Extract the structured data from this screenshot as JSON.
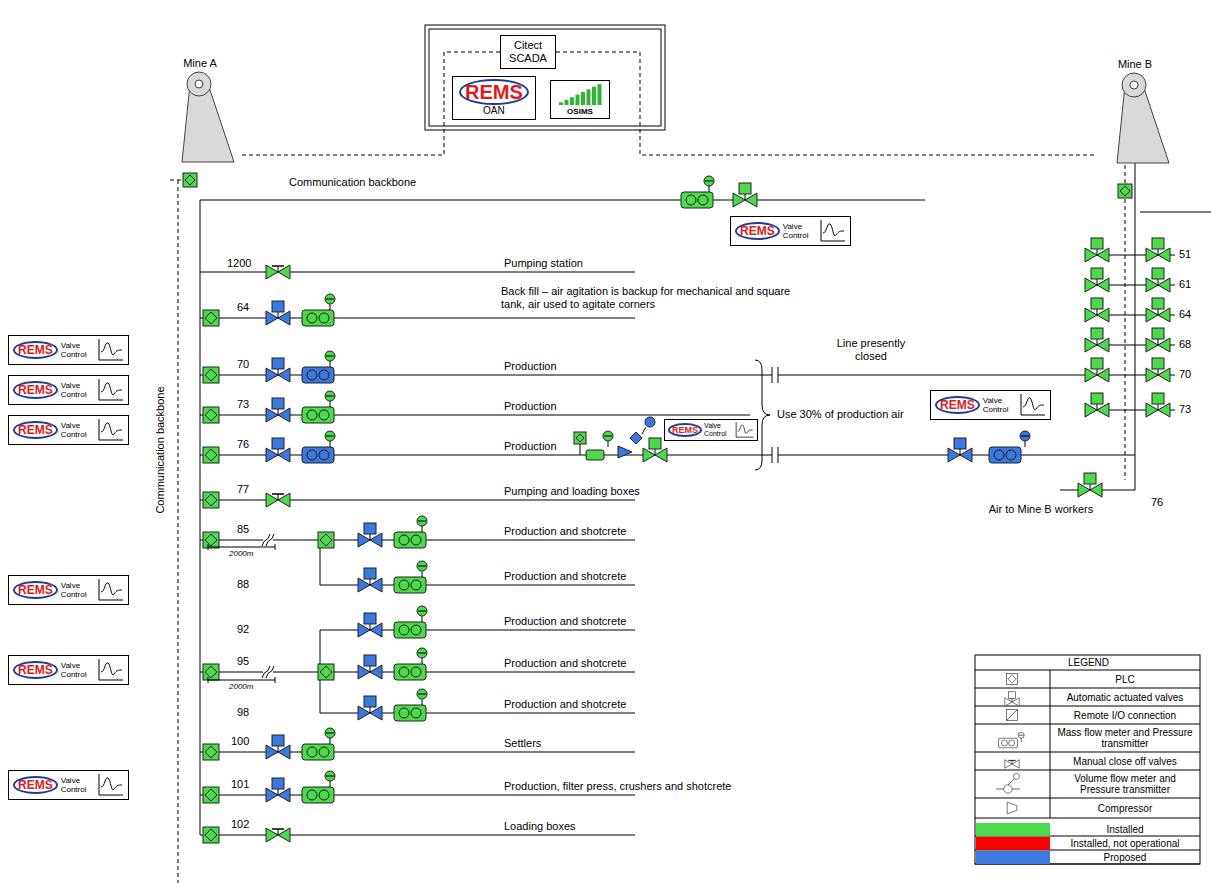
{
  "diagram": {
    "nodes": [
      {
        "text": [
          "Citect SCADA"
        ]
      },
      {
        "text": [
          "REMS",
          "OAN"
        ]
      },
      {
        "text": [
          "OSIMS"
        ]
      },
      {
        "text": [
          "Mine A"
        ]
      },
      {
        "text": [
          "Mine B"
        ]
      },
      {
        "text": [
          "REMS",
          "Valve Control"
        ]
      },
      {
        "text": [
          "REMS",
          "Valve Control"
        ]
      },
      {
        "text": [
          "REMS",
          "Valve Control"
        ]
      },
      {
        "text": [
          "REMS",
          "Valve Control"
        ]
      },
      {
        "text": [
          "REMS",
          "Valve Control"
        ]
      },
      {
        "text": [
          "REMS",
          "Valve Control"
        ]
      },
      {
        "text": [
          "REMS",
          "Valve Control"
        ]
      },
      {
        "text": [
          "REMS",
          "Valve Control"
        ]
      },
      {
        "text": [
          "REMS",
          "Valve Control"
        ]
      }
    ],
    "edges": [
      {
        "from": 0,
        "to": 3,
        "arrow": "none"
      },
      {
        "from": 0,
        "to": 4,
        "arrow": "none"
      }
    ],
    "labels": [
      "Communication backbone",
      "1200",
      "Pumping station",
      "64",
      "Back fill – air agitation is backup for mechanical and square tank, air used to agitate corners",
      "70",
      "Production",
      "Line presently closed",
      "73",
      "Production",
      "Use 30% of production air",
      "76",
      "Production",
      "77",
      "Pumping and loading boxes",
      "85",
      "2000m",
      "Production and shotcrete",
      "88",
      "Production and shotcrete",
      "92",
      "Production and shotcrete",
      "95",
      "2000m",
      "Production and shotcrete",
      "98",
      "Production and shotcrete",
      "100",
      "Settlers",
      "101",
      "Production, filter press, crushers and shotcrete",
      "102",
      "Loading boxes",
      "51",
      "61",
      "64",
      "68",
      "70",
      "73",
      "76",
      "Air to Mine B workers",
      "Communication backbone",
      "LEGEND"
    ],
    "legend": [
      {
        "text": "PLC"
      },
      {
        "text": "Automatic actuated valves"
      },
      {
        "text": "Remote I/O connection"
      },
      {
        "text": "Mass flow meter and Pressure transmitter"
      },
      {
        "text": "Manual close off valves"
      },
      {
        "text": "Volume flow meter and Pressure transmitter"
      },
      {
        "text": "Compressor"
      },
      {
        "text": "Installed",
        "color": "#4cd94c"
      },
      {
        "text": "Installed, not operational",
        "color": "#ff0000"
      },
      {
        "text": "Proposed",
        "color": "#3b78e0"
      }
    ]
  }
}
